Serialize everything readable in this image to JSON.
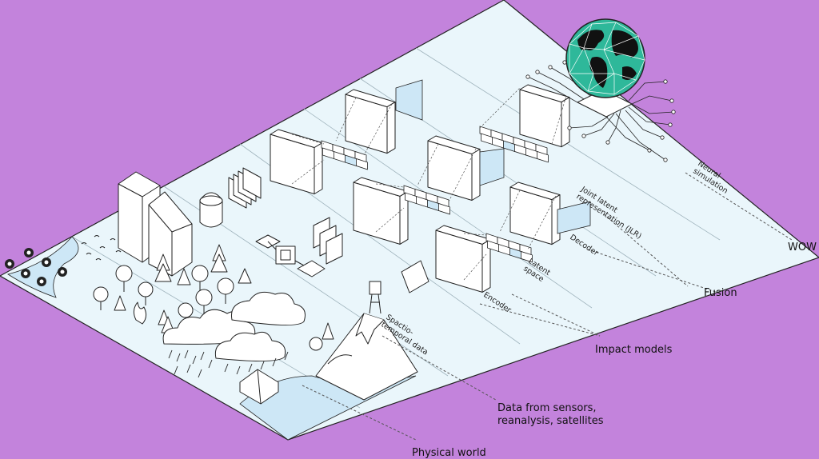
{
  "layers": [
    {
      "id": "physical",
      "label": "Physical world"
    },
    {
      "id": "data",
      "label": "Spactio-\ntemporal data"
    },
    {
      "id": "encoder",
      "label": "Encoder"
    },
    {
      "id": "latent",
      "label": "Latent\nspace"
    },
    {
      "id": "decoder",
      "label": "Decoder"
    },
    {
      "id": "jlr",
      "label": "Joint latent\nrepresentation (JLR)"
    },
    {
      "id": "neural",
      "label": "Neural\nsimulation"
    }
  ],
  "callouts": [
    {
      "id": "wow",
      "text": "WOW"
    },
    {
      "id": "fusion",
      "text": "Fusion"
    },
    {
      "id": "impact",
      "text": "Impact models"
    },
    {
      "id": "sensors",
      "text": "Data from sensors,\nreanalysis, satellites"
    },
    {
      "id": "physical-world",
      "text": "Physical world"
    }
  ],
  "colors": {
    "background": "#c383dc",
    "plane": "#eaf6fb",
    "water": "#cde7f6",
    "globe": "#2eb89a",
    "ink": "#222222"
  }
}
